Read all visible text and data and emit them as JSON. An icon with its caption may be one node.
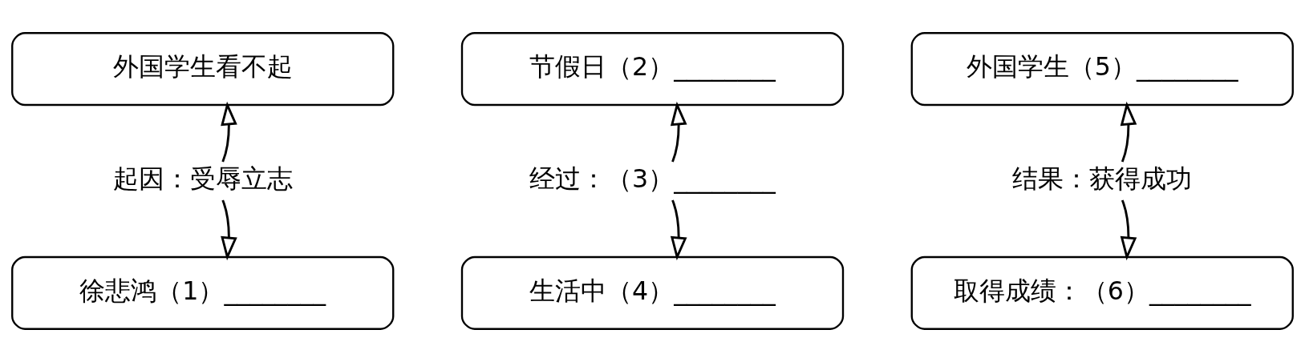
{
  "diagram": {
    "nodes": [
      {
        "text": [
          "外国学生看不起"
        ]
      },
      {
        "text": [
          "节假日（2）________"
        ]
      },
      {
        "text": [
          "外国学生（5）________"
        ]
      },
      {
        "text": [
          "起因：受辱立志"
        ]
      },
      {
        "text": [
          "经过：（3）________"
        ]
      },
      {
        "text": [
          "结果：获得成功"
        ]
      },
      {
        "text": [
          "徐悲鸿（1）________"
        ]
      },
      {
        "text": [
          "生活中（4）________"
        ]
      },
      {
        "text": [
          "取得成绩：（6）________"
        ]
      }
    ],
    "edges": [
      {
        "from": 3,
        "to": 0,
        "arrow": "to"
      },
      {
        "from": 3,
        "to": 6,
        "arrow": "to"
      },
      {
        "from": 4,
        "to": 1,
        "arrow": "to"
      },
      {
        "from": 4,
        "to": 7,
        "arrow": "to"
      },
      {
        "from": 5,
        "to": 2,
        "arrow": "to"
      },
      {
        "from": 5,
        "to": 8,
        "arrow": "to"
      }
    ]
  }
}
